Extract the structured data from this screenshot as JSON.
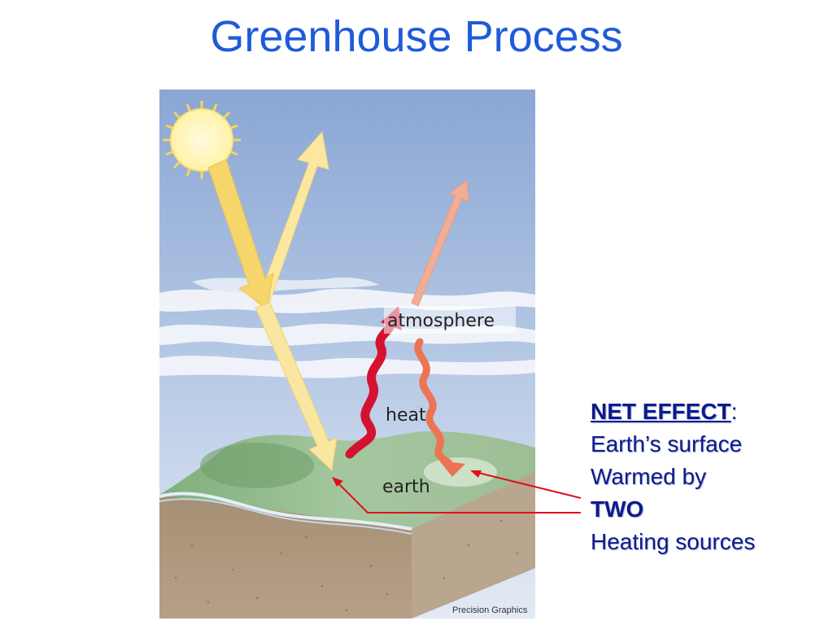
{
  "title": "Greenhouse Process",
  "diagram": {
    "labels": {
      "atmosphere": "atmosphere",
      "heat": "heat",
      "earth": "earth"
    },
    "credit": "Precision Graphics",
    "colors": {
      "sky_top": "#8fa9d6",
      "sky_bottom": "#dbe4f2",
      "sun": "#fff6b0",
      "sunlight_arrow": "#f7db7a",
      "heat_red": "#d8102c",
      "heat_orange": "#ef7a5a",
      "escaping_heat": "#f2aa90",
      "ground_green": "#8fb98a",
      "soil": "#a99278"
    }
  },
  "net_effect": {
    "heading": "NET EFFECT",
    "colon": ":",
    "line1": "Earth’s surface",
    "line2": "Warmed by",
    "line3": "TWO",
    "line4": "Heating sources"
  },
  "pointer_color": "#e0101a"
}
